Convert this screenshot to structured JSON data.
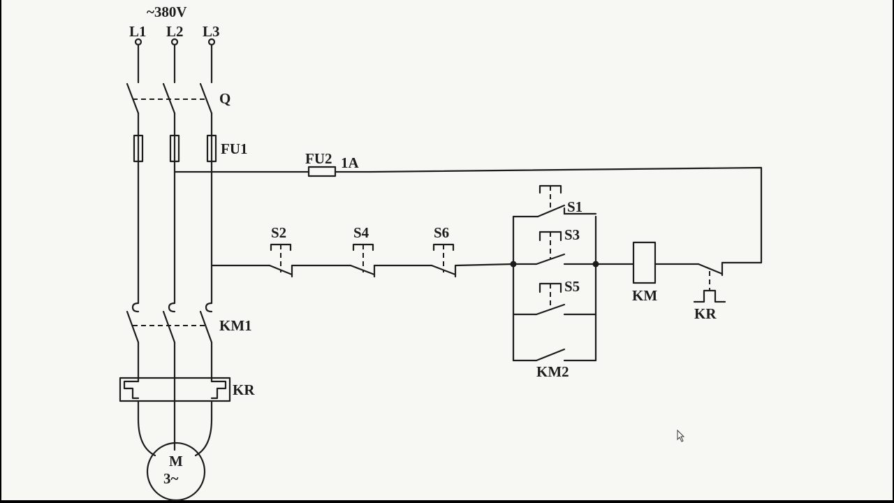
{
  "diagram": {
    "supply": "~380V",
    "phases": [
      "L1",
      "L2",
      "L3"
    ],
    "labels": {
      "switch": "Q",
      "fuse1": "FU1",
      "fuse2": "FU2",
      "fuse2_rating": "1A",
      "contactor_main": "KM1",
      "overload": "KR",
      "motor_line1": "M",
      "motor_line2": "3~",
      "stop_buttons": [
        "S2",
        "S4",
        "S6"
      ],
      "start_buttons": [
        "S1",
        "S3",
        "S5"
      ],
      "coil": "KM",
      "aux_contact": "KM2",
      "overload_contact": "KR"
    }
  }
}
